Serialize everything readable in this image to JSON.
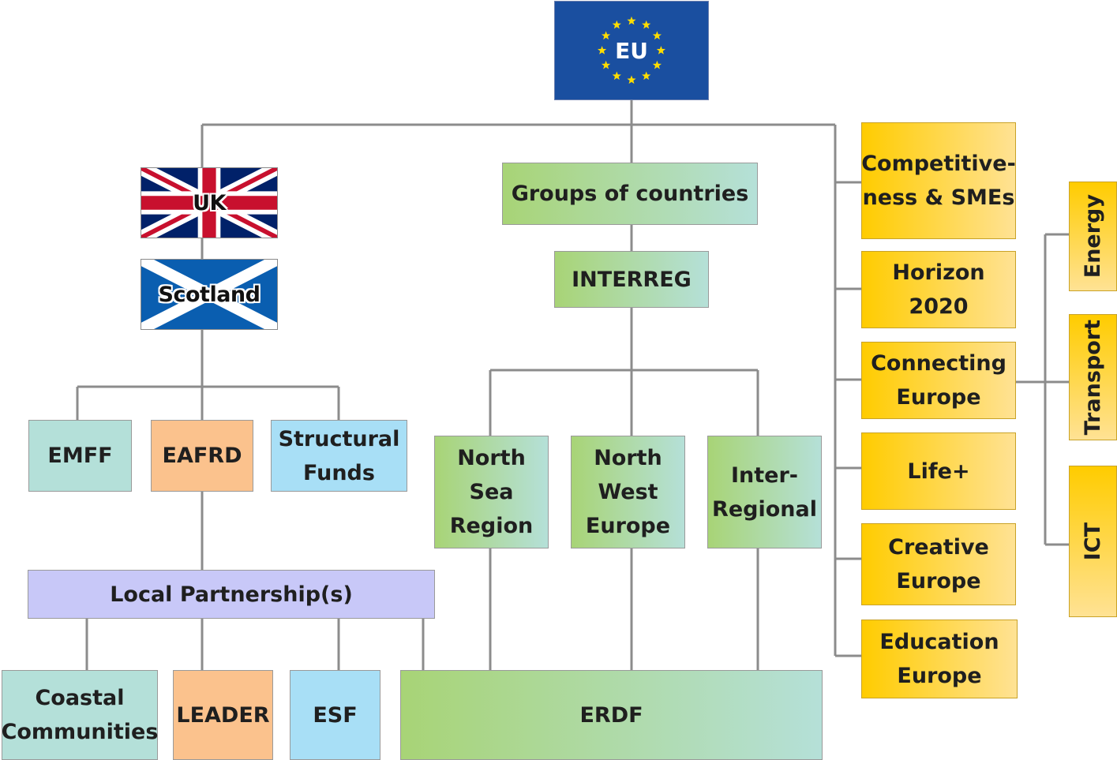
{
  "colors": {
    "line": "#8c8c8c",
    "teal": "#b4e0d9",
    "orange": "#fbc28d",
    "light_blue": "#a8dff6",
    "lavender": "#c8c8f8",
    "green_gradient_start": "#a8d476",
    "green_gradient_end": "#b5e0d8",
    "gold_start": "#ffcc00",
    "gold_end": "#ffe294",
    "eu_blue": "#1a4fa0",
    "eu_stars": "#ffdd00"
  },
  "nodes": {
    "eu": "EU",
    "uk": "UK",
    "scotland": "Scotland",
    "groups_of_countries": "Groups of countries",
    "interreg": "INTERREG",
    "emff": "EMFF",
    "eafrd": "EAFRD",
    "structural_funds": [
      "Structural",
      "Funds"
    ],
    "north_sea_region": [
      "North",
      "Sea",
      "Region"
    ],
    "north_west_europe": [
      "North",
      "West",
      "Europe"
    ],
    "inter_regional": [
      "Inter-",
      "Regional"
    ],
    "local_partnerships": "Local Partnership(s)",
    "coastal_communities": [
      "Coastal",
      "Communities"
    ],
    "leader": "LEADER",
    "esf": "ESF",
    "erdf": "ERDF",
    "competitiveness_smes": [
      "Competitive-",
      "ness & SMEs"
    ],
    "horizon_2020": "Horizon 2020",
    "connecting_europe": [
      "Connecting",
      "Europe"
    ],
    "life_plus": "Life+",
    "creative_europe": [
      "Creative",
      "Europe"
    ],
    "education_europe": [
      "Education",
      "Europe"
    ],
    "energy": "Energy",
    "transport": "Transport",
    "ict": "ICT"
  }
}
